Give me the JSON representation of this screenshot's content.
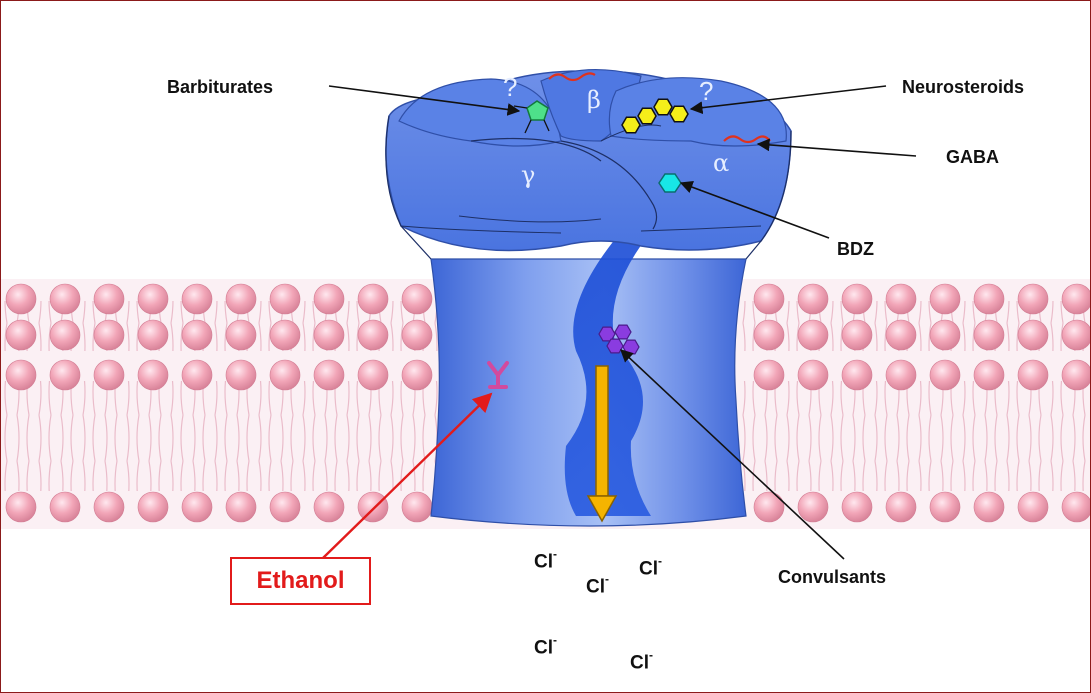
{
  "labels": {
    "barbiturates": "Barbiturates",
    "neurosteroids": "Neurosteroids",
    "gaba": "GABA",
    "bdz": "BDZ",
    "convulsants": "Convulsants",
    "ethanol": "Ethanol"
  },
  "subunits": {
    "beta": "β",
    "gamma": "γ",
    "alpha": "α",
    "unknown_left": "?",
    "unknown_right": "?"
  },
  "ions": [
    {
      "symbol": "Cl",
      "charge": "-"
    },
    {
      "symbol": "Cl",
      "charge": "-"
    },
    {
      "symbol": "Cl",
      "charge": "-"
    },
    {
      "symbol": "Cl",
      "charge": "-"
    },
    {
      "symbol": "Cl",
      "charge": "-"
    }
  ],
  "colors": {
    "frame_border": "#8b1a1a",
    "receptor": "#4a74e0",
    "receptor_light": "#8fb0f2",
    "membrane_head": "#f2a6b8",
    "membrane_tail": "#e7b3c3",
    "chloride_flow_arrow": "#f5b400",
    "ethanol_accent": "#e21b1b",
    "neurosteroid_ring": "#f5ee1a",
    "barbiturate_ring": "#4ee08a",
    "bdz_ring": "#18e6e6",
    "convulsant_ring": "#8a3ce0",
    "gaba_chain": "#e0321e"
  },
  "icons": [
    "neurosteroid-hexagons-icon",
    "barbiturate-pentagon-icon",
    "bdz-hexagon-icon",
    "convulsant-hexagons-icon",
    "ethanol-site-icon",
    "gaba-chain-icon"
  ]
}
